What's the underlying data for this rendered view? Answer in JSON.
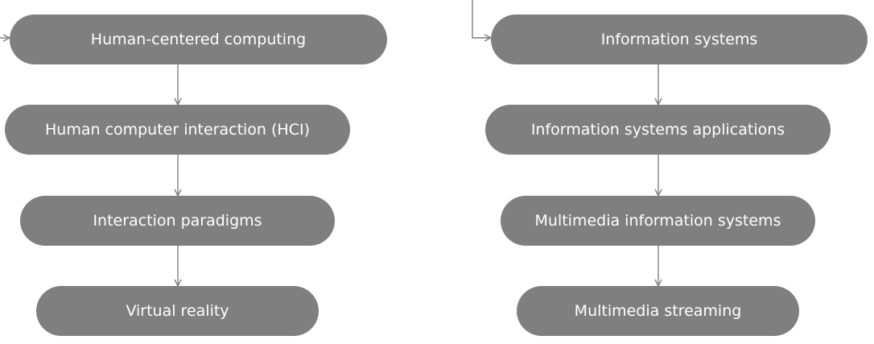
{
  "diagram": {
    "left_chain": [
      "Human-centered computing",
      "Human computer interaction (HCI)",
      "Interaction paradigms",
      "Virtual reality"
    ],
    "right_chain": [
      "Information systems",
      "Information systems applications",
      "Multimedia information systems",
      "Multimedia streaming"
    ],
    "colors": {
      "node_fill": "#7f7f7f",
      "node_text": "#ffffff",
      "connector": "#7f7f7f"
    }
  }
}
